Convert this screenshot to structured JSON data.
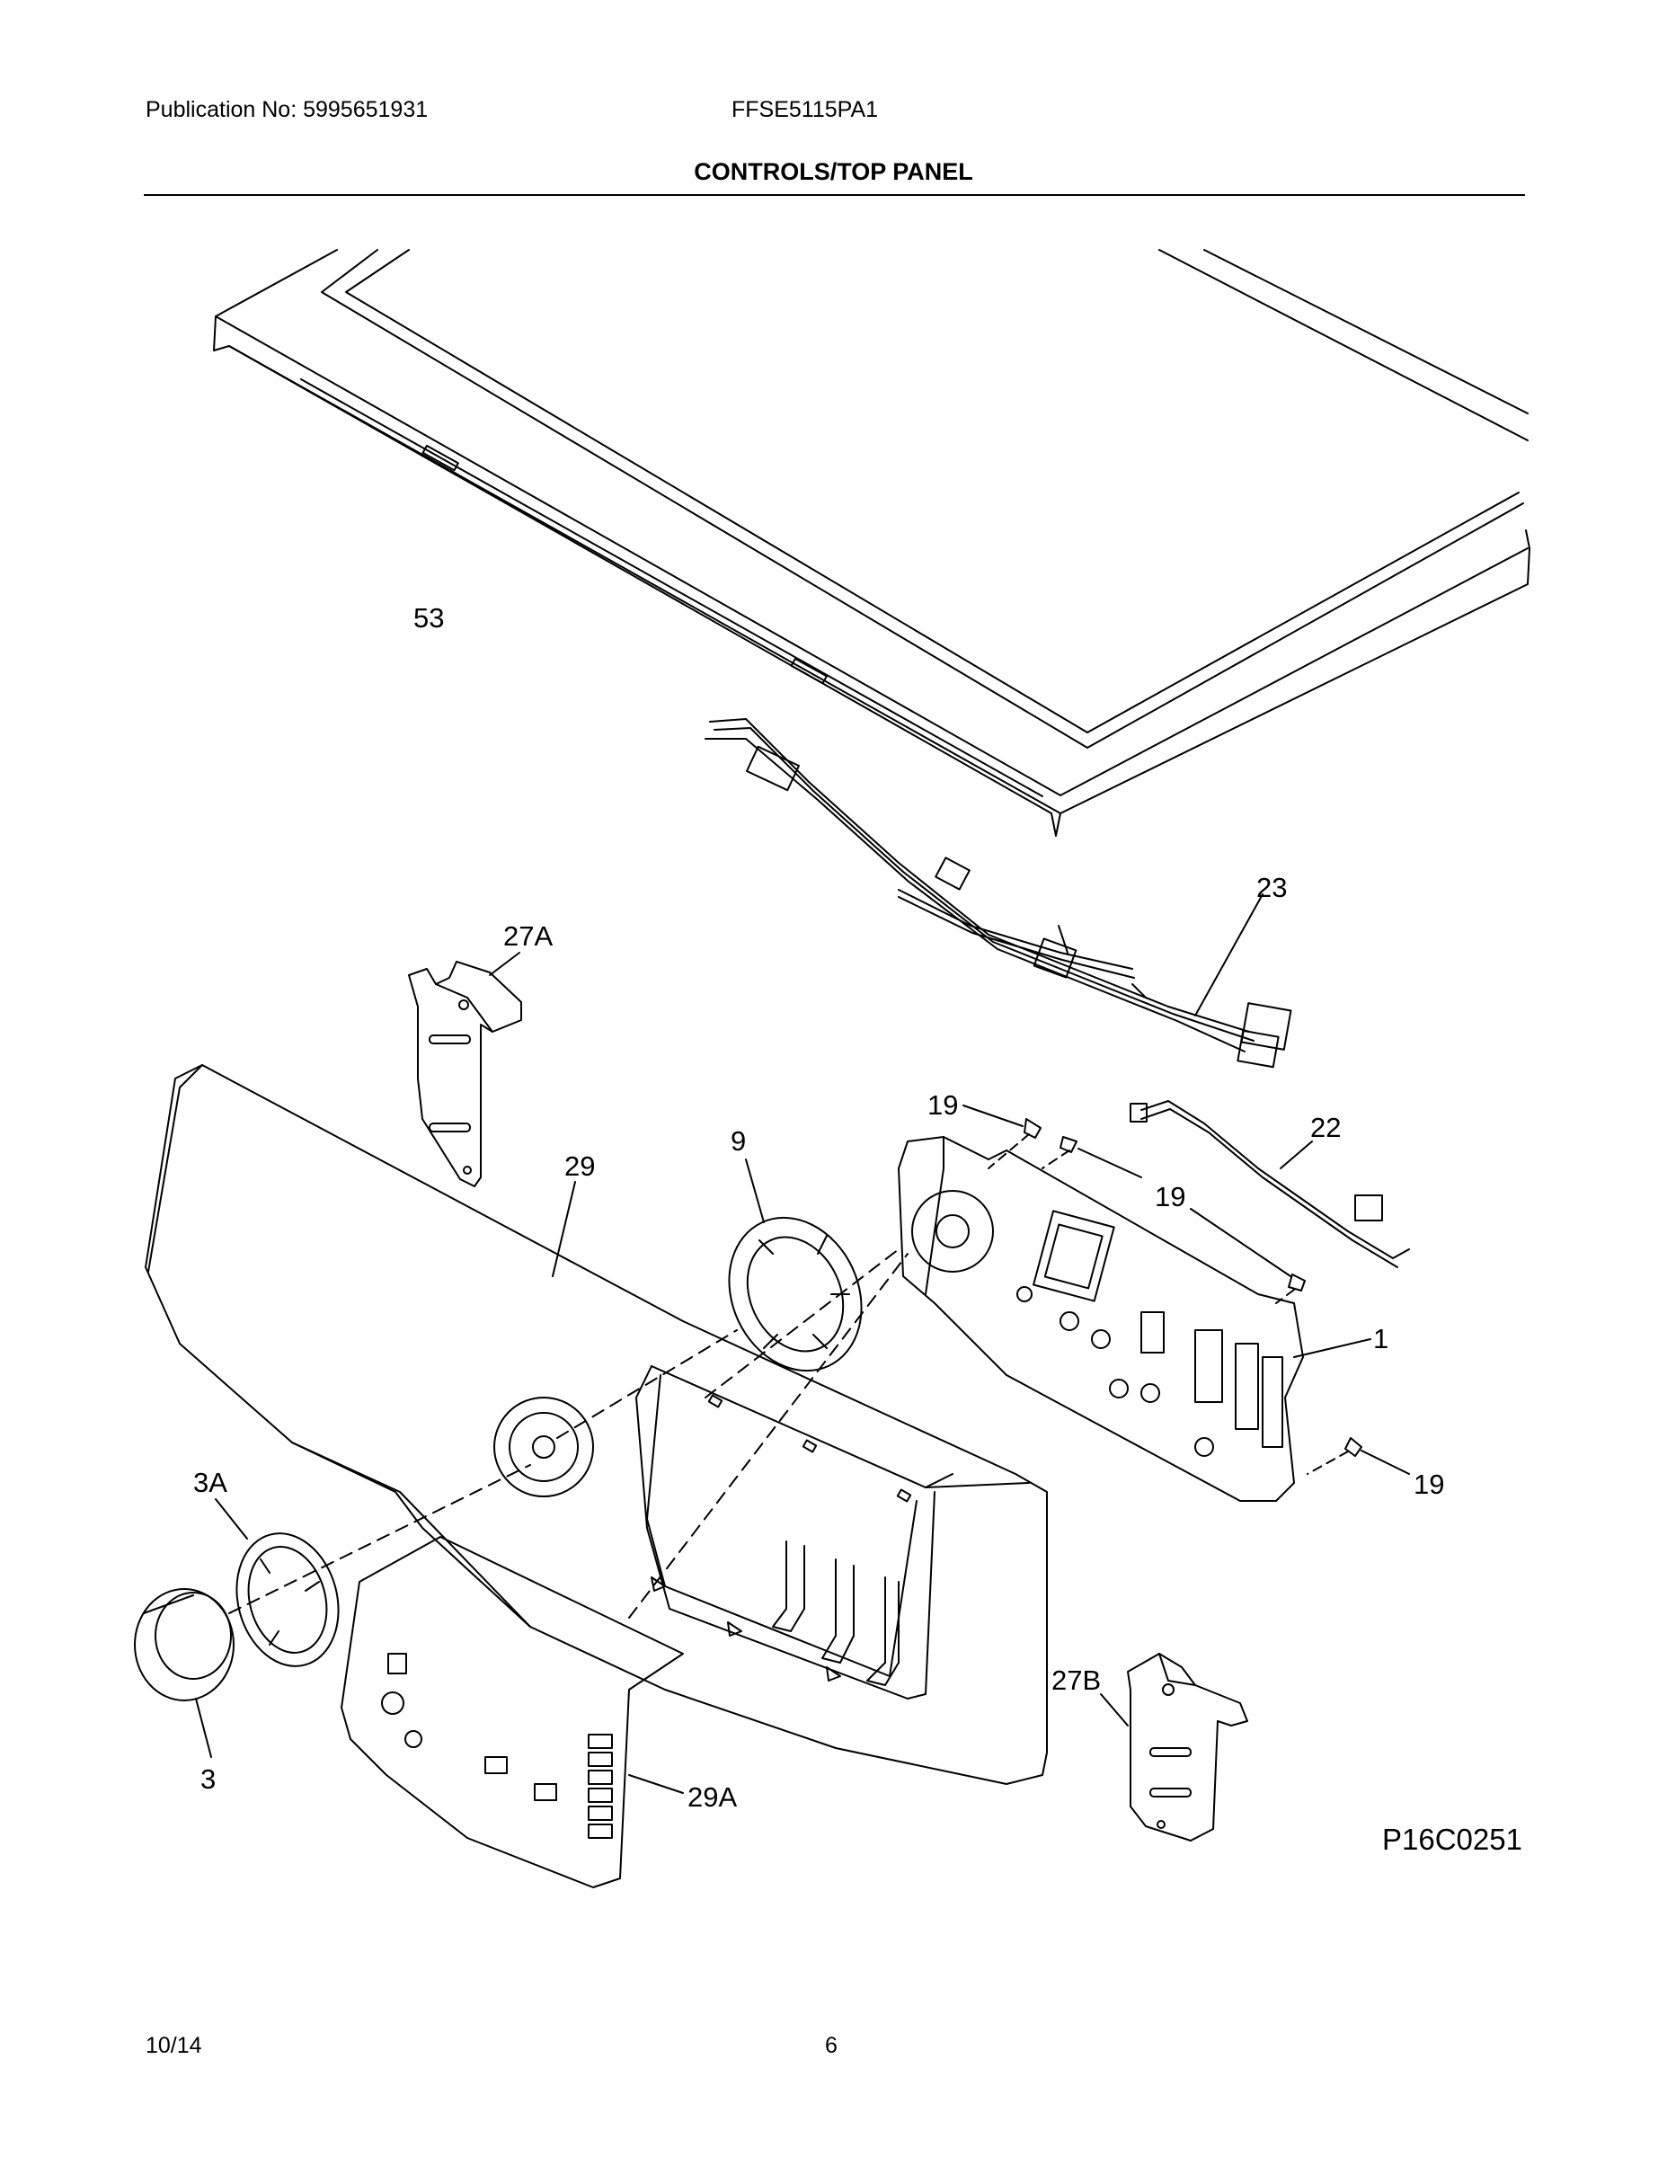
{
  "header": {
    "publication": "Publication No: 5995651931",
    "model": "FFSE5115PA1",
    "title": "CONTROLS/TOP PANEL"
  },
  "callouts": {
    "c53": "53",
    "c23": "23",
    "c27A": "27A",
    "c19a": "19",
    "c22": "22",
    "c9": "9",
    "c29": "29",
    "c19b": "19",
    "c1": "1",
    "c19c": "19",
    "c3A": "3A",
    "c27B": "27B",
    "c3": "3",
    "c29A": "29A"
  },
  "figure_code": "P16C0251",
  "footer": {
    "date": "10/14",
    "page": "6"
  }
}
